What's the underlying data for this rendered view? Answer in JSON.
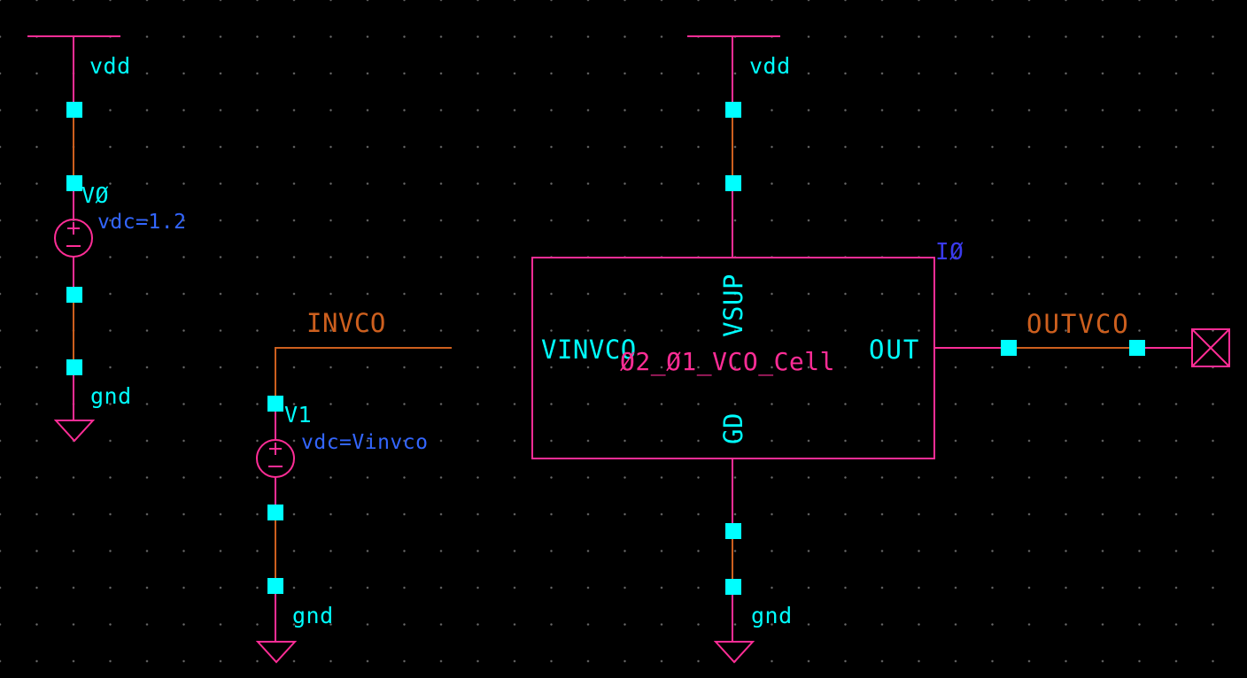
{
  "editor": {
    "type": "schematic-canvas",
    "background": "#000000",
    "grid": "dot-grid"
  },
  "colors": {
    "symbol_outline": "#ff2d96",
    "net_wire": "#cd5f1e",
    "pin_terminal": "#00ffff",
    "pin_label": "#00ffff",
    "net_label": "#cd5f1e",
    "param_text": "#3366ff",
    "instance_text": "#3a3aee",
    "grid_dot": "#6a6a6a"
  },
  "supplies": [
    {
      "label": "vdd"
    },
    {
      "label": "vdd"
    }
  ],
  "grounds": [
    {
      "label": "gnd"
    },
    {
      "label": "gnd"
    },
    {
      "label": "gnd"
    }
  ],
  "sources": [
    {
      "name": "VØ",
      "value": "vdc=1.2"
    },
    {
      "name": "V1",
      "value": "vdc=Vinvco"
    }
  ],
  "nets": [
    {
      "name": "INVCO"
    },
    {
      "name": "OUTVCO"
    }
  ],
  "block": {
    "instance": "IØ",
    "cell": "Ø2_Ø1_VCO_Cell",
    "pins": {
      "left": "VINVCO",
      "top": "VSUP",
      "bottom": "GD",
      "right": "OUT"
    }
  },
  "icons": {
    "supply_rail": "t-bar",
    "ground": "open-triangle-down",
    "voltage_source": "circle-plus-minus",
    "output_pin": "crossed-box",
    "pin_terminal": "filled-square"
  }
}
